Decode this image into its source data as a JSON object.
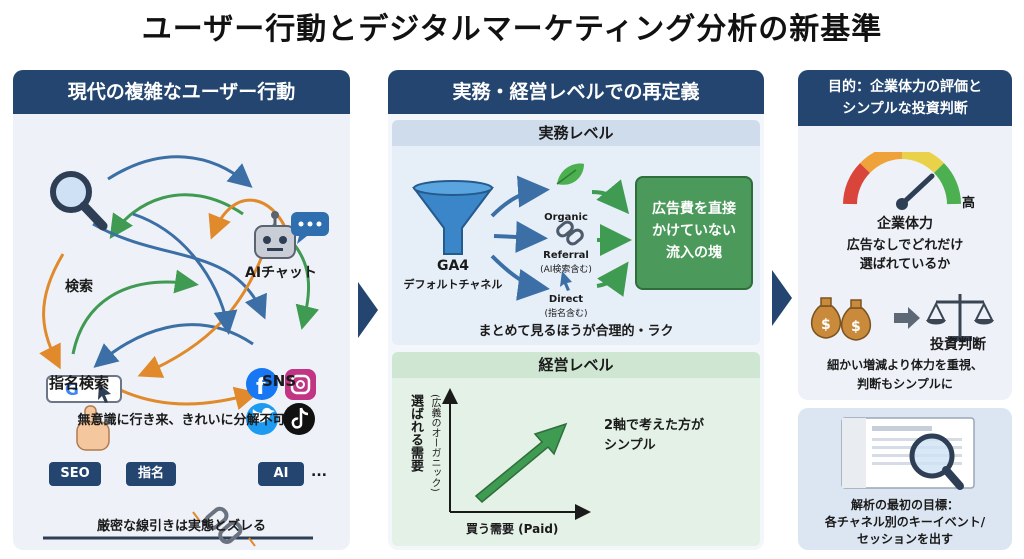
{
  "title": "ユーザー行動とデジタルマーケティング分析の新基準",
  "colors": {
    "navy": "#23456f",
    "green": "#3f9a52",
    "blue": "#3b6fa5",
    "light_panel": "#eef2f8"
  },
  "left": {
    "header": "現代の複雑なユーザー行動",
    "nodes": {
      "search": "検索",
      "ai_chat": "AIチャット",
      "branded_search": "指名検索",
      "sns": "SNS"
    },
    "note1": "無意識に行き来、きれいに分解不可",
    "chain": {
      "seo": "SEO",
      "branded": "指名",
      "ai": "AI",
      "dots": "..."
    },
    "note2": "厳密な線引きは実態とズレる"
  },
  "middle": {
    "header": "実務・経営レベルでの再定義",
    "practical": {
      "header": "実務レベル",
      "funnel_label": "GA4",
      "funnel_sub": "デフォルトチャネル",
      "channels": [
        "Organic",
        "Referral",
        "(AI検索含む)",
        "Direct",
        "(指名含む)"
      ],
      "box": "広告費を直接かけていない流入の塊",
      "box_lines": [
        "広告費を直接",
        "かけていない",
        "流入の塊"
      ],
      "note": "まとめて見るほうが合理的・ラク"
    },
    "management": {
      "header": "経営レベル",
      "y_label": "選ばれる需要",
      "y_sub": "(広義のオーガニック)",
      "x_label": "買う需要 (Paid)",
      "note_lines": [
        "2軸で考えた方が",
        "シンプル"
      ]
    }
  },
  "right": {
    "header_lines": [
      "目的：企業体力の評価と",
      "シンプルな投資判断"
    ],
    "gauge_high": "高",
    "strength_title": "企業体力",
    "strength_desc_lines": [
      "広告なしでどれだけ",
      "選ばれているか"
    ],
    "investment_title": "投資判断",
    "investment_desc_lines": [
      "細かい増減より体力を重視、",
      "判断もシンプルに"
    ],
    "goal_lines": [
      "解析の最初の目標：",
      "各チャネル別のキーイベント/",
      "セッションを出す"
    ]
  }
}
